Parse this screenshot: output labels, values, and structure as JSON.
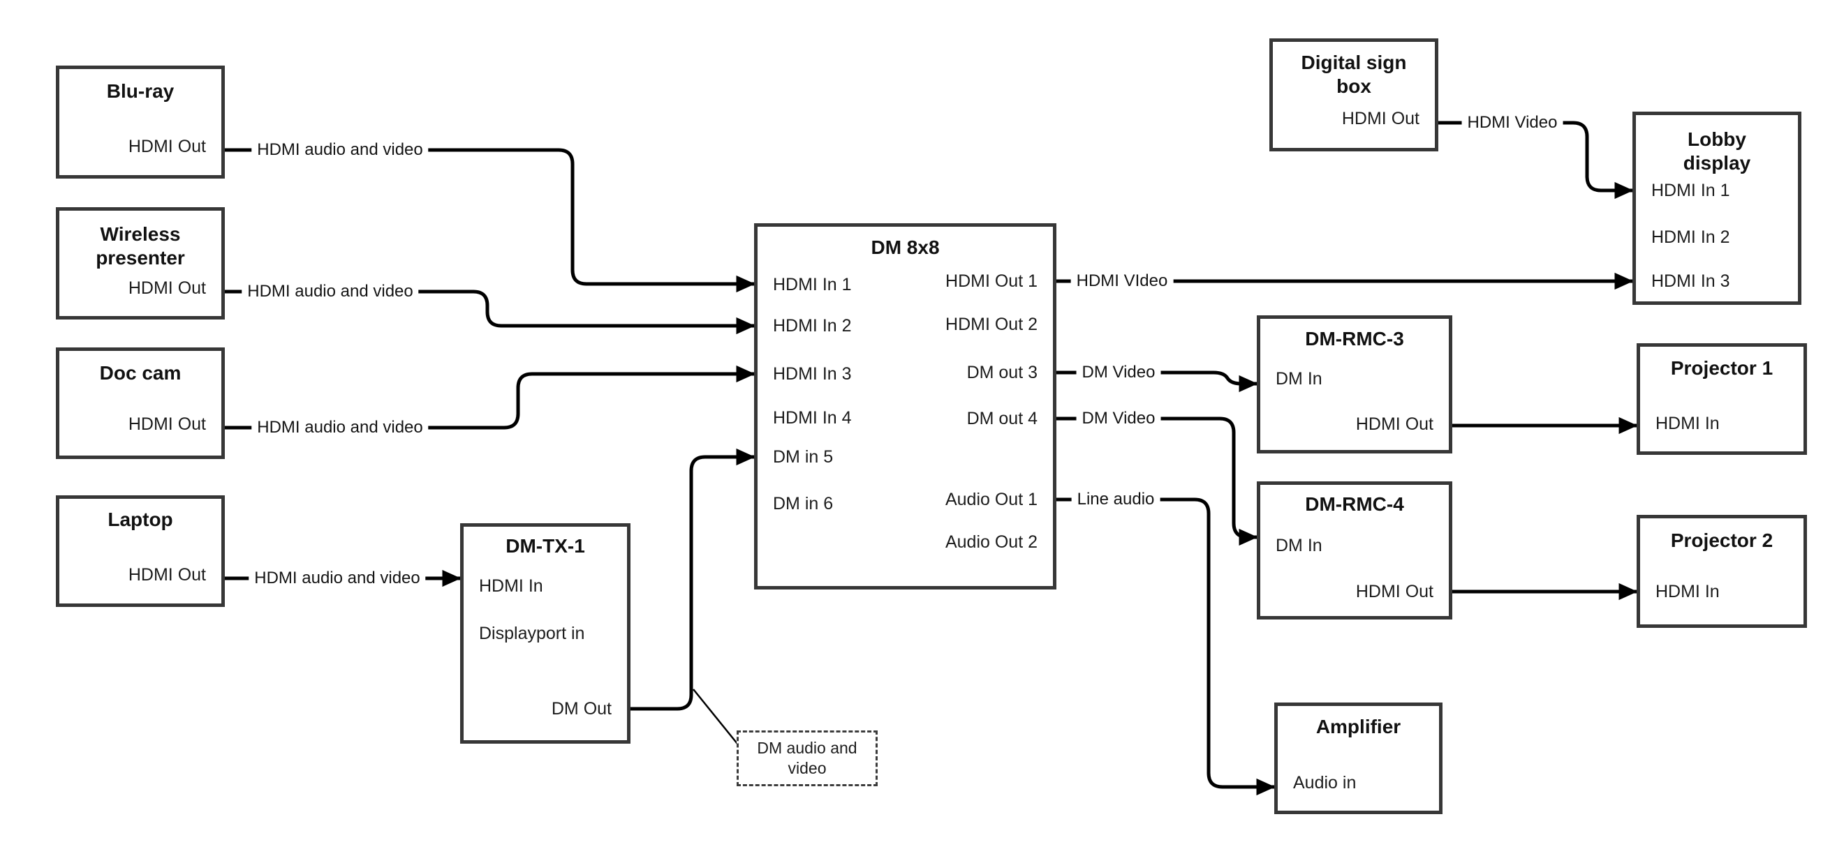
{
  "nodes": {
    "bluray": {
      "title": "Blu-ray",
      "port_out": "HDMI Out"
    },
    "wireless": {
      "title": "Wireless presenter",
      "port_out": "HDMI Out"
    },
    "doccam": {
      "title": "Doc cam",
      "port_out": "HDMI Out"
    },
    "laptop": {
      "title": "Laptop",
      "port_out": "HDMI Out"
    },
    "dmtx1": {
      "title": "DM-TX-1",
      "ports": [
        "HDMI In",
        "Displayport in",
        "DM Out"
      ]
    },
    "dm8x8": {
      "title": "DM 8x8",
      "left_ports": [
        "HDMI In 1",
        "HDMI In 2",
        "HDMI In 3",
        "HDMI In 4",
        "DM in 5",
        "DM in 6"
      ],
      "right_ports": [
        "HDMI Out 1",
        "HDMI Out 2",
        "DM out 3",
        "DM out 4",
        "Audio Out 1",
        "Audio Out 2"
      ]
    },
    "digital_sign": {
      "title": "Digital sign box",
      "port_out": "HDMI Out"
    },
    "lobby": {
      "title": "Lobby display",
      "ports": [
        "HDMI In 1",
        "HDMI In 2",
        "HDMI In 3"
      ]
    },
    "dmrmc3": {
      "title": "DM-RMC-3",
      "port_in": "DM In",
      "port_out": "HDMI Out"
    },
    "dmrmc4": {
      "title": "DM-RMC-4",
      "port_in": "DM In",
      "port_out": "HDMI Out"
    },
    "proj1": {
      "title": "Projector 1",
      "port_in": "HDMI In"
    },
    "proj2": {
      "title": "Projector 2",
      "port_in": "HDMI In"
    },
    "amp": {
      "title": "Amplifier",
      "port_in": "Audio in"
    }
  },
  "edge_labels": {
    "bluray": "HDMI audio and video",
    "wireless": "HDMI audio and video",
    "doccam": "HDMI audio and video",
    "laptop": "HDMI audio and video",
    "hdmi_out1": "HDMI VIdeo",
    "dm_out3": "DM Video",
    "dm_out4": "DM Video",
    "audio_out1": "Line audio",
    "digital_sign": "HDMI Video"
  },
  "note": {
    "text": "DM audio and video"
  },
  "colors": {
    "background": "#ffffff",
    "line": "#000000",
    "box_border": "#373737",
    "text": "#141414"
  }
}
